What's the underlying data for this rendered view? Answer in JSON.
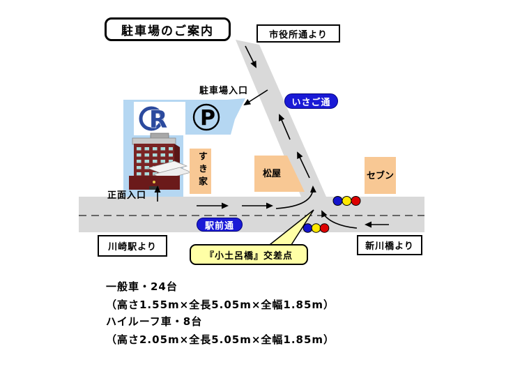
{
  "title": "駐車場のご案内",
  "map": {
    "roads": {
      "isago_label": "いさご通",
      "ekimae_label": "駅前通"
    },
    "directions": {
      "shiyakusho": "市役所通より",
      "kawasaki": "川崎駅より",
      "shinkawabashi": "新川橋より"
    },
    "labels": {
      "parking_entrance": "駐車場入口",
      "main_entrance": "正面入口",
      "intersection_callout": "『小土呂橋』交差点",
      "parking_symbol": "P",
      "logo_letter": "R"
    },
    "stores": {
      "sukiya": "すき家",
      "matsuya": "松屋",
      "seven": "セブン"
    }
  },
  "capacity": {
    "line1": "一般車・24台",
    "line2": "（高さ1.55m×全長5.05m×全幅1.85m）",
    "line3": "ハイルーフ車・8台",
    "line4": "（高さ2.05m×全長5.05m×全幅1.85m）"
  },
  "colors": {
    "road": "#d9d9d9",
    "parking_area": "#b5d7f2",
    "store_box": "#f8c894",
    "route_pill": "#1a1ad6",
    "callout_fill": "#ffffa6",
    "signal_blue": "#1414cc",
    "signal_yellow": "#ffe800",
    "signal_red": "#dd0000",
    "logo_blue": "#2b4a9e",
    "hotel_wall": "#7a2424",
    "hotel_base": "#6b1a1a"
  }
}
